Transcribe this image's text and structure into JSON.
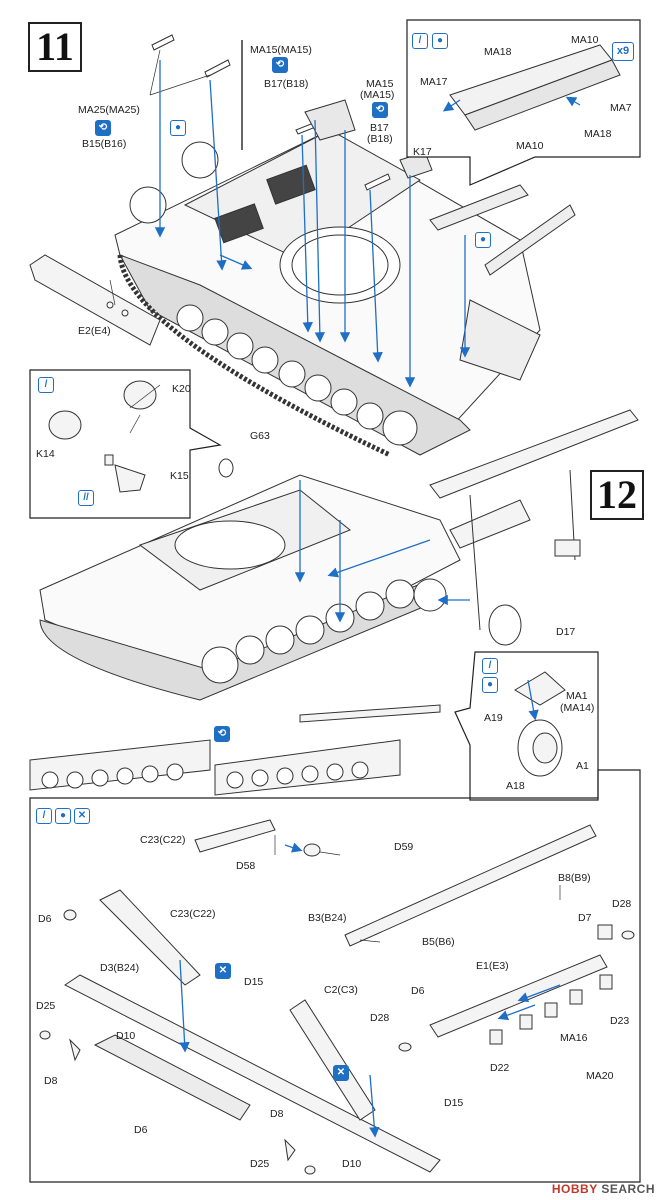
{
  "steps": {
    "s11": "11",
    "s12": "12"
  },
  "parts": {
    "MA25": "MA25(MA25)",
    "B15": "B15(B16)",
    "MA15a": "MA15(MA15)",
    "B17a": "B17(B18)",
    "MA15b": "MA15",
    "MA15b2": "(MA15)",
    "B17b": "B17",
    "B17b2": "(B18)",
    "K17": "K17",
    "MA18a": "MA18",
    "MA10a": "MA10",
    "MA17": "MA17",
    "MA7": "MA7",
    "MA18b": "MA18",
    "MA10b": "MA10",
    "E2": "E2(E4)",
    "K20": "K20",
    "K14": "K14",
    "K15": "K15",
    "G63": "G63",
    "D17": "D17",
    "MA1": "MA1",
    "MA1b": "(MA14)",
    "A19": "A19",
    "A1": "A1",
    "A18": "A18",
    "C23a": "C23(C22)",
    "D58": "D58",
    "D59": "D59",
    "B8": "B8(B9)",
    "D6a": "D6",
    "C23b": "C23(C22)",
    "D3": "D3(B24)",
    "B3": "B3(B24)",
    "D7": "D7",
    "D28a": "D28",
    "B5": "B5(B6)",
    "E1": "E1(E3)",
    "D15a": "D15",
    "D25a": "D25",
    "D10a": "D10",
    "C2": "C2(C3)",
    "D6b": "D6",
    "D28b": "D28",
    "D23": "D23",
    "MA16": "MA16",
    "D8a": "D8",
    "D22": "D22",
    "MA20": "MA20",
    "D6c": "D6",
    "D15b": "D15",
    "D8b": "D8",
    "D25b": "D25",
    "D10b": "D10"
  },
  "icons": {
    "glue": "glue-icon",
    "cement": "cement-icon",
    "paint": "paint-icon",
    "repeat": "repeat-icon",
    "x9": "x9",
    "optional": "optional-icon"
  },
  "watermark": {
    "brand": "HOBBY",
    "suffix": "SEARCH"
  },
  "colors": {
    "accent": "#1f6fc5",
    "ink": "#222222",
    "hobby": "#c0392b"
  }
}
